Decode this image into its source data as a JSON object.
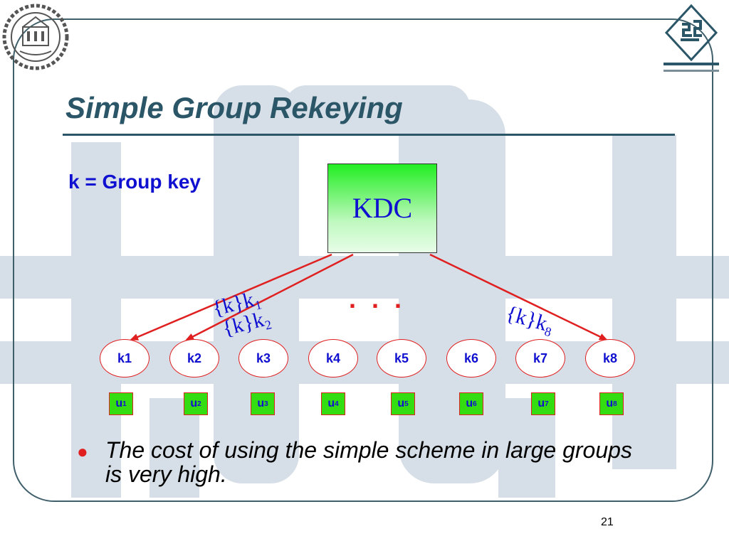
{
  "slide": {
    "title": "Simple Group Rekeying",
    "legend": "k = Group key",
    "kdc_label": "KDC",
    "ellipsis": ". . .",
    "page_number": "21",
    "bullet": "The cost of using the simple scheme in large groups is very high."
  },
  "diagram": {
    "keys": [
      "k1",
      "k2",
      "k3",
      "k4",
      "k5",
      "k6",
      "k7",
      "k8"
    ],
    "users": [
      {
        "base": "u",
        "sub": "1"
      },
      {
        "base": "u",
        "sub": "2"
      },
      {
        "base": "u",
        "sub": "3"
      },
      {
        "base": "u",
        "sub": "4"
      },
      {
        "base": "u",
        "sub": "5"
      },
      {
        "base": "u",
        "sub": "6"
      },
      {
        "base": "u",
        "sub": "7"
      },
      {
        "base": "u",
        "sub": "8"
      }
    ],
    "messages": [
      {
        "main": "{k}k",
        "sub": "1"
      },
      {
        "main": "{k}k",
        "sub": "2"
      },
      {
        "main": "{k}k",
        "sub": "8"
      }
    ]
  },
  "colors": {
    "title": "#2b5668",
    "text_blue": "#1010d0",
    "arrow_red": "#e02020",
    "user_fill": "#33dd11",
    "kdc_top": "#22ee22",
    "frame": "#3f5f6b",
    "watermark": "#d4dde6"
  },
  "icons": {
    "left_logo": "university-seal-icon",
    "right_logo": "iranian-society-of-cryptology-logo"
  }
}
